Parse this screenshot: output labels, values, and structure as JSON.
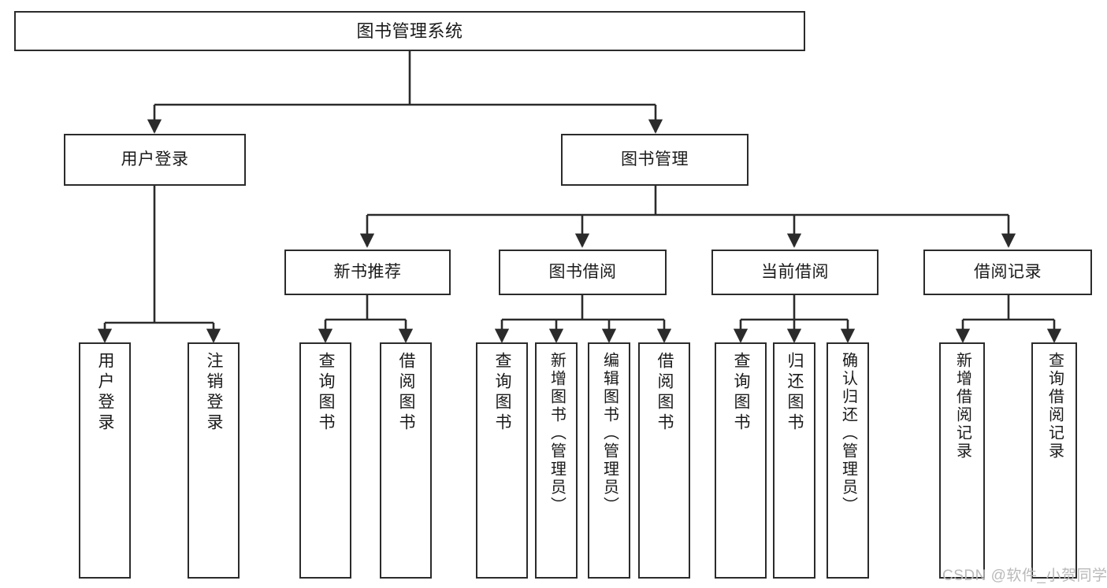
{
  "diagram": {
    "title": "图书管理系统",
    "type": "functional-structure-tree",
    "root": {
      "label": "图书管理系统"
    },
    "level1": [
      {
        "label": "用户登录"
      },
      {
        "label": "图书管理"
      }
    ],
    "level2": [
      {
        "label": "新书推荐"
      },
      {
        "label": "图书借阅"
      },
      {
        "label": "当前借阅"
      },
      {
        "label": "借阅记录"
      }
    ],
    "leaves": [
      {
        "label": "用户登录",
        "parent": "用户登录"
      },
      {
        "label": "注销登录",
        "parent": "用户登录"
      },
      {
        "label": "查询图书",
        "parent": "新书推荐"
      },
      {
        "label": "借阅图书",
        "parent": "新书推荐"
      },
      {
        "label": "查询图书",
        "parent": "图书借阅"
      },
      {
        "label": "新增图书（管理员）",
        "parent": "图书借阅"
      },
      {
        "label": "编辑图书（管理员）",
        "parent": "图书借阅"
      },
      {
        "label": "借阅图书",
        "parent": "图书借阅"
      },
      {
        "label": "查询图书",
        "parent": "当前借阅"
      },
      {
        "label": "归还图书",
        "parent": "当前借阅"
      },
      {
        "label": "确认归还（管理员）",
        "parent": "当前借阅"
      },
      {
        "label": "新增借阅记录",
        "parent": "借阅记录"
      },
      {
        "label": "查询借阅记录",
        "parent": "借阅记录"
      }
    ]
  },
  "watermark": {
    "text": "CSDN @软件_小贺同学"
  },
  "colors": {
    "stroke": "#2b2b2b",
    "background": "#ffffff",
    "text": "#1a1a1a",
    "watermark": "#b9b9b9"
  }
}
